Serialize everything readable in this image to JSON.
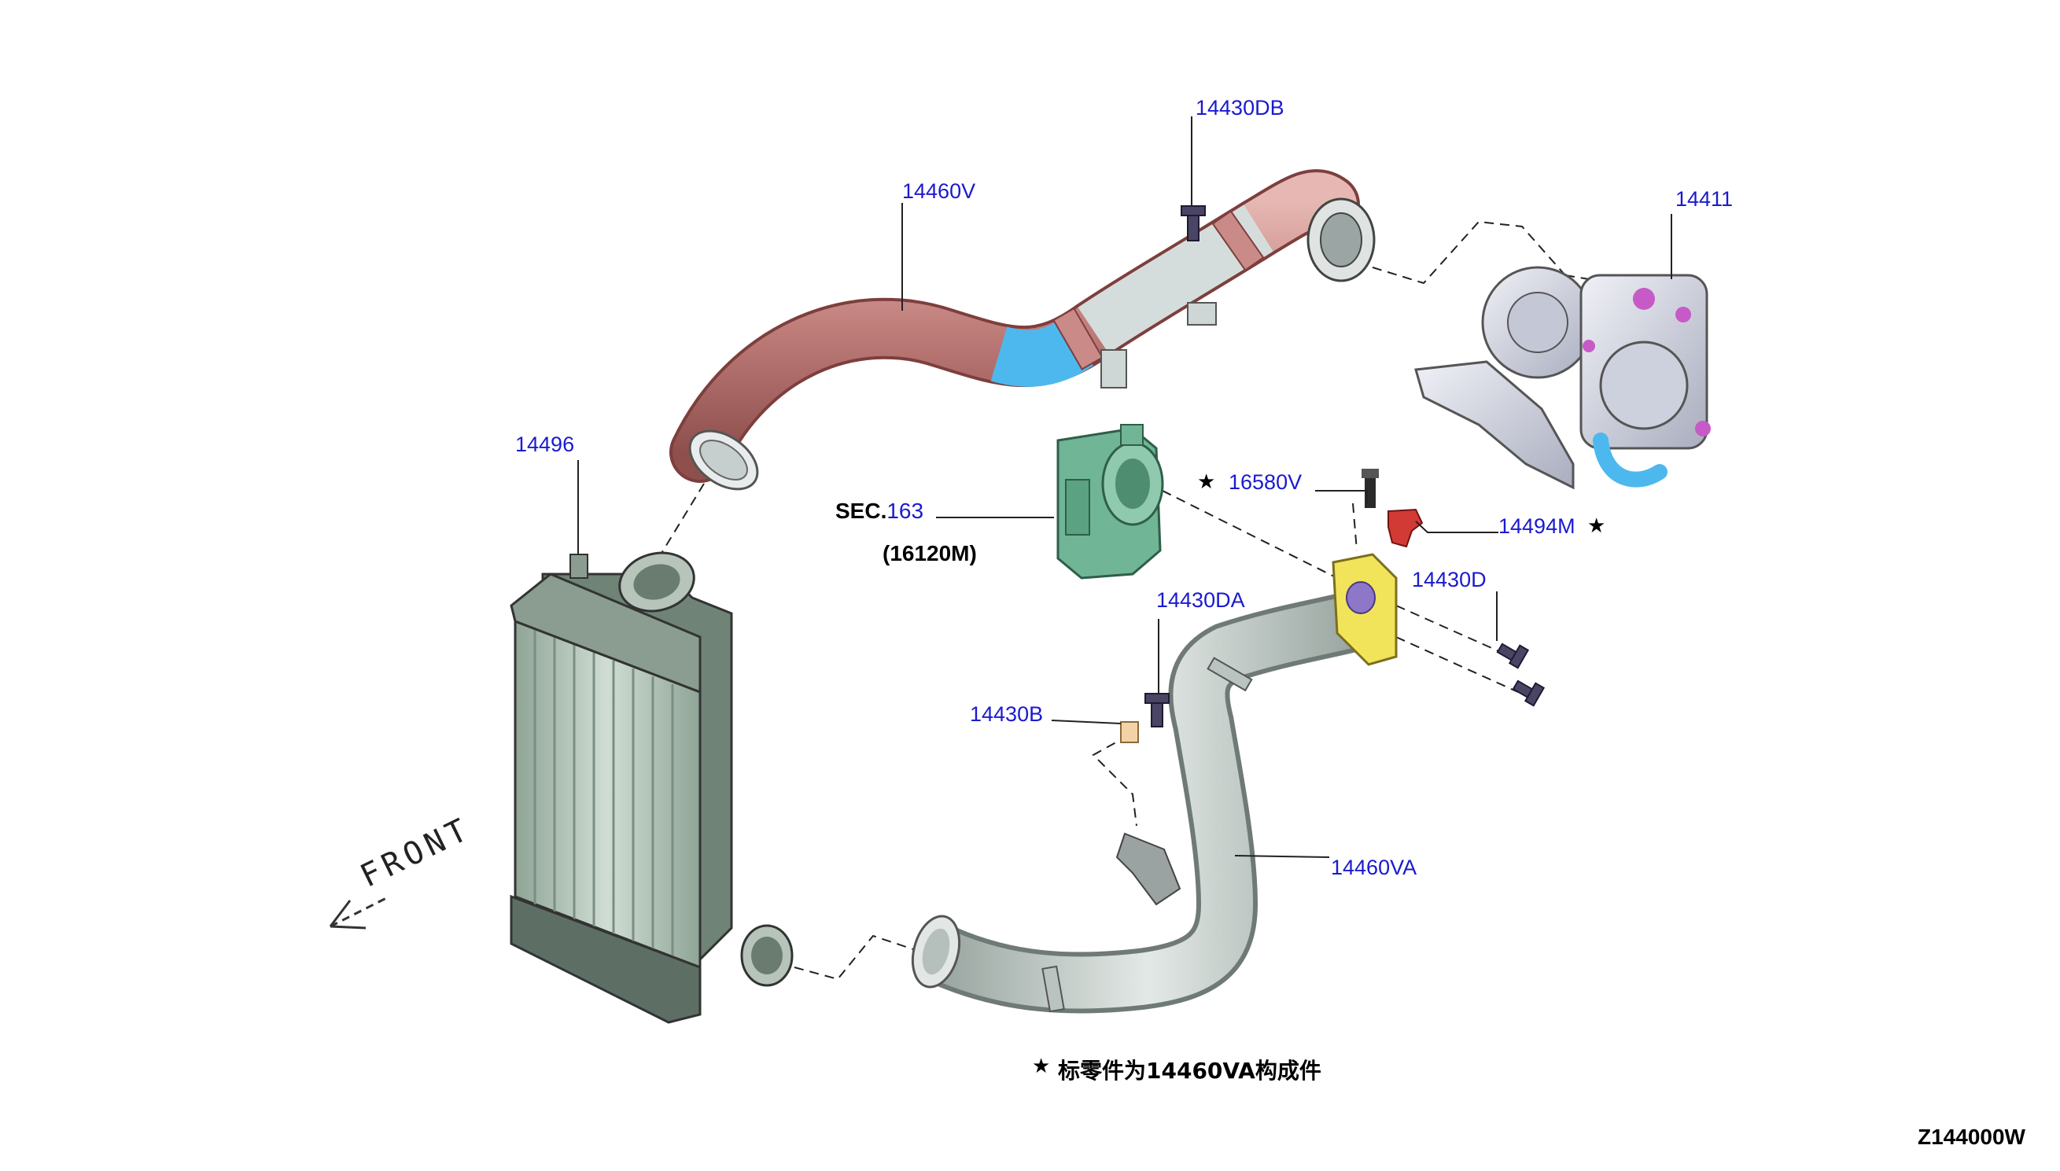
{
  "callouts": {
    "c14430DB": "14430DB",
    "c14460V": "14460V",
    "c14411": "14411",
    "c14496": "14496",
    "c16580V": "16580V",
    "c14494M": "14494M",
    "c14430D": "14430D",
    "c14430DA": "14430DA",
    "c14430B": "14430B",
    "c14460VA": "14460VA"
  },
  "section_ref": {
    "prefix": "SEC.",
    "number": "163",
    "part": "(16120M)"
  },
  "star_glyph": "★",
  "front_label": "FRONT",
  "footnote": "标零件为14460VA构成件",
  "diagram_code": "Z144000W",
  "colors": {
    "callout": "#1a1ad0",
    "upper_tube": "#c98a88",
    "upper_tube_band": "#4db8ee",
    "intercooler": "#b9ccc0",
    "throttle_body": "#6fb596",
    "lower_tube": "#c8d3cf",
    "bracket_yellow": "#f2e45a",
    "sensor_red": "#d23a36",
    "turbo": "#d8dbe6",
    "bolt": "#4a4565"
  }
}
